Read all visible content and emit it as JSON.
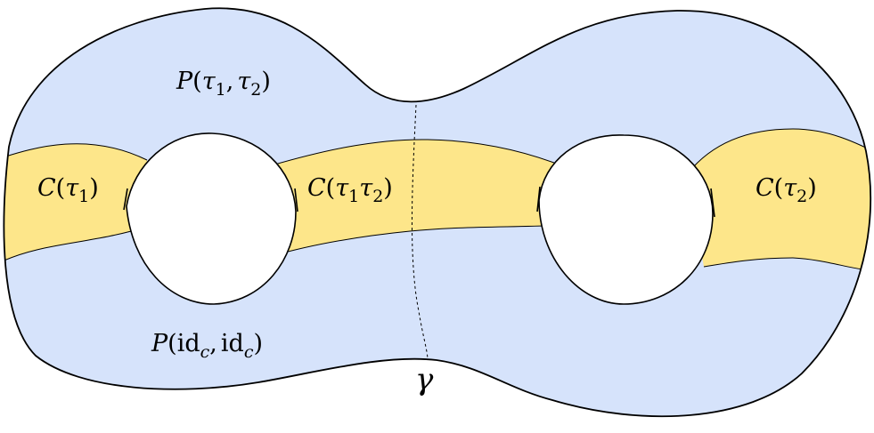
{
  "colors": {
    "surface": "#d6e3fb",
    "band": "#fde68a",
    "outline": "#000000",
    "hole": "#ffffff"
  },
  "labels": {
    "top_pants": {
      "P": "P",
      "open": "(",
      "t1": "τ",
      "t1_sub": "1",
      "comma": ",",
      "t2": "τ",
      "t2_sub": "2",
      "close": ")"
    },
    "bottom_pants": {
      "P": "P",
      "open": "(",
      "id1": "id",
      "id1_sub": "c",
      "comma": ",",
      "id2": "id",
      "id2_sub": "c",
      "close": ")"
    },
    "band_left": {
      "C": "C",
      "open": "(",
      "t": "τ",
      "t_sub": "1",
      "close": ")"
    },
    "band_middle": {
      "C": "C",
      "open": "(",
      "t1": "τ",
      "t1_sub": "1",
      "t2": "τ",
      "t2_sub": "2",
      "close": ")"
    },
    "band_right": {
      "C": "C",
      "open": "(",
      "t": "τ",
      "t_sub": "2",
      "close": ")"
    },
    "curve": "γ"
  }
}
